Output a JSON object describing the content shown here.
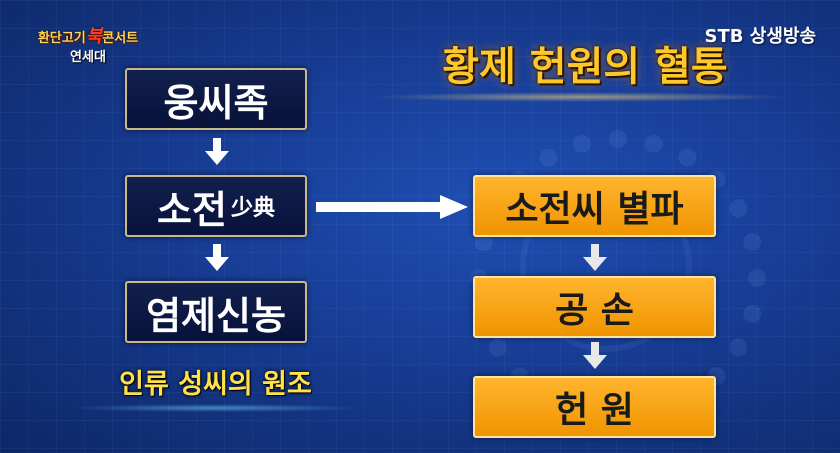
{
  "header": {
    "logo_pre": "환단고기",
    "logo_mark": "북",
    "logo_post": "콘서트",
    "logo_sub": "연세대",
    "broadcaster": "STB 상생방송"
  },
  "title": "황제 헌원의 혈통",
  "lineage": {
    "nodes": [
      {
        "label": "웅씨족",
        "hanja": ""
      },
      {
        "label": "소전",
        "hanja": "少典"
      },
      {
        "label": "염제신농",
        "hanja": ""
      }
    ],
    "caption": "인류 성씨의 원조"
  },
  "branch": {
    "nodes": [
      {
        "label": "소전씨 별파"
      },
      {
        "label": "공 손"
      },
      {
        "label": "헌 원"
      }
    ]
  },
  "colors": {
    "dark_node": "#0c1846",
    "orange_node": "#f5a417",
    "title_gold": "#ffc82a",
    "caption_yellow": "#ffe24a"
  }
}
